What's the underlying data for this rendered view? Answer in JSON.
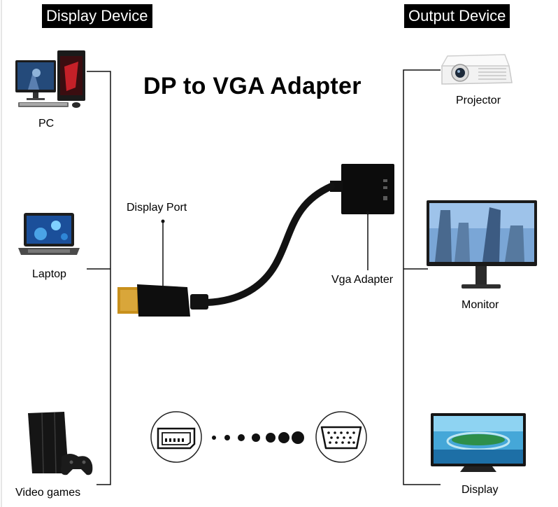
{
  "header": {
    "left": "Display Device",
    "right": "Output Device"
  },
  "title": "DP to VGA Adapter",
  "left_devices": [
    {
      "label": "PC",
      "icon": "pc-icon"
    },
    {
      "label": "Laptop",
      "icon": "laptop-icon"
    },
    {
      "label": "Video games",
      "icon": "game-console-icon"
    }
  ],
  "right_devices": [
    {
      "label": "Projector",
      "icon": "projector-icon"
    },
    {
      "label": "Monitor",
      "icon": "monitor-icon"
    },
    {
      "label": "Display",
      "icon": "tv-display-icon"
    }
  ],
  "callouts": {
    "displayport": "Display Port",
    "vga": "Vga Adapter"
  },
  "colors": {
    "background": "#ffffff",
    "header_bg": "#000000",
    "connector_gold": "#c8901c",
    "cable": "#111111"
  }
}
